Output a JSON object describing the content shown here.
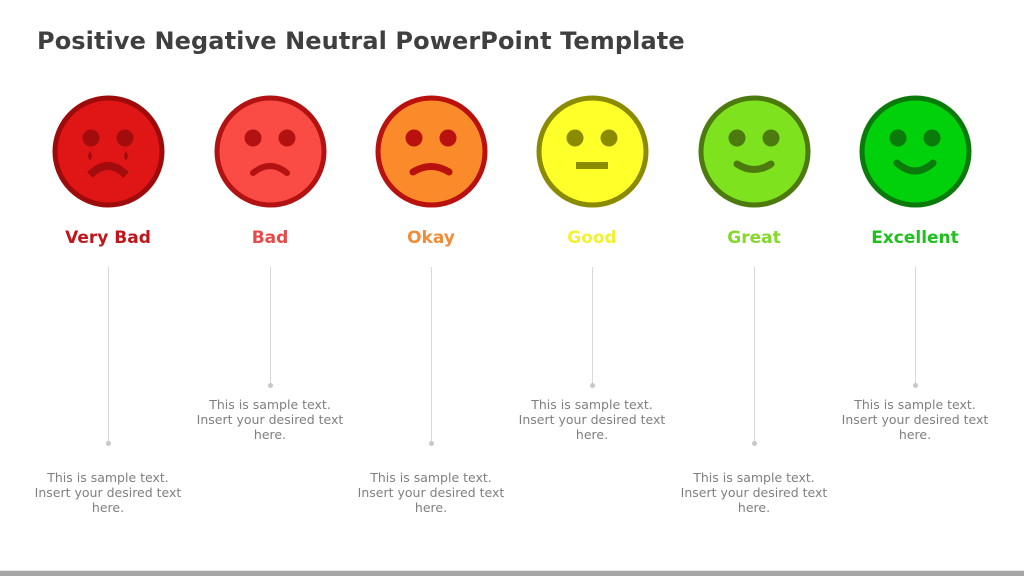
{
  "slide": {
    "title": "Positive Negative Neutral PowerPoint Template"
  },
  "scale": [
    {
      "label": "Very Bad",
      "label_color": "#c0161b",
      "face_fill": "#e01616",
      "face_stroke": "#9e0b0b",
      "feature_color": "#a30c0c",
      "expression": "crying",
      "icon": "crying-face-icon",
      "description": "This is sample text. Insert your desired text here.",
      "text_position": "low"
    },
    {
      "label": "Bad",
      "label_color": "#e84a4a",
      "face_fill": "#fb4b45",
      "face_stroke": "#b31212",
      "feature_color": "#b31212",
      "expression": "sad",
      "icon": "sad-face-icon",
      "description": "This is sample text. Insert your desired text here.",
      "text_position": "high"
    },
    {
      "label": "Okay",
      "label_color": "#f28c38",
      "face_fill": "#fb8a2a",
      "face_stroke": "#b8110e",
      "feature_color": "#b8110e",
      "expression": "slight-frown",
      "icon": "frown-face-icon",
      "description": "This is sample text. Insert your desired text here.",
      "text_position": "low"
    },
    {
      "label": "Good",
      "label_color": "#f2f230",
      "face_fill": "#ffff2a",
      "face_stroke": "#8b8b00",
      "feature_color": "#8b8b00",
      "expression": "neutral",
      "icon": "neutral-face-icon",
      "description": "This is sample text. Insert your desired text here.",
      "text_position": "high"
    },
    {
      "label": "Great",
      "label_color": "#84d92a",
      "face_fill": "#7ee31e",
      "face_stroke": "#4c7a0e",
      "feature_color": "#4c7a0e",
      "expression": "smile",
      "icon": "smile-face-icon",
      "description": "This is sample text. Insert your desired text here.",
      "text_position": "low"
    },
    {
      "label": "Excellent",
      "label_color": "#1ec01e",
      "face_fill": "#00d10b",
      "face_stroke": "#0a7a0a",
      "feature_color": "#0a7a0a",
      "expression": "big-smile",
      "icon": "big-smile-face-icon",
      "description": "This is sample text. Insert your desired text here.",
      "text_position": "high"
    }
  ]
}
